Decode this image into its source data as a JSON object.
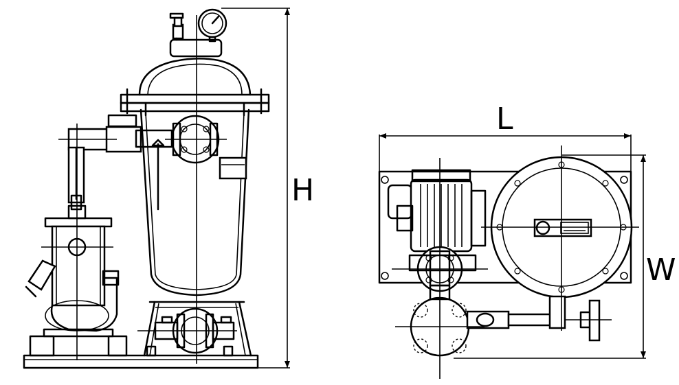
{
  "dimensions": {
    "height_label": "H",
    "length_label": "L",
    "width_label": "W"
  }
}
